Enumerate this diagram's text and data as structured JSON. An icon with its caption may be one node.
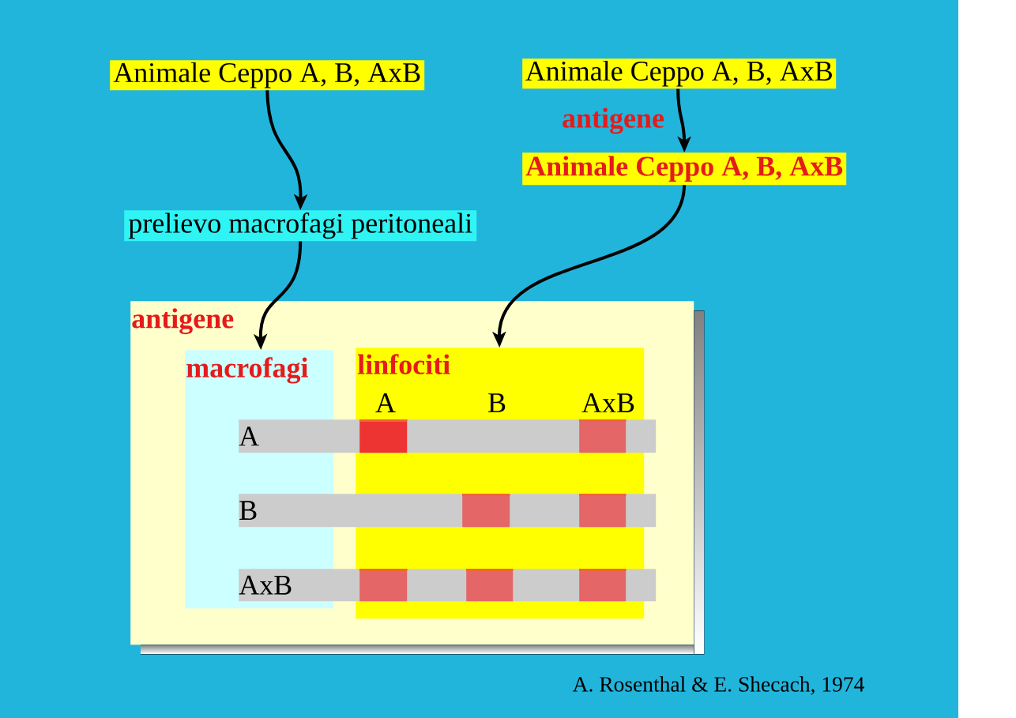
{
  "diagram": {
    "nodes": [
      {
        "text": [
          "Animale Ceppo A, B, AxB"
        ]
      },
      {
        "text": [
          "Animale Ceppo A, B, AxB"
        ]
      },
      {
        "text": [
          "Animale Ceppo A, B, AxB"
        ]
      },
      {
        "text": [
          "prelievo macrofagi peritoneali"
        ]
      },
      {
        "text": [
          "antigene"
        ]
      },
      {
        "text": [
          "macrofagi"
        ],
        "in": 4
      },
      {
        "text": [
          "linfociti"
        ],
        "in": 4
      },
      {
        "text": [
          "A"
        ],
        "in": 4
      },
      {
        "text": [
          "B"
        ],
        "in": 4
      },
      {
        "text": [
          "AxB"
        ],
        "in": 4
      },
      {
        "text": [],
        "shape": "box"
      },
      {
        "text": [],
        "shape": "box"
      },
      {
        "text": [],
        "shape": "box"
      },
      {
        "text": [],
        "shape": "box"
      },
      {
        "text": [],
        "shape": "box"
      },
      {
        "text": [],
        "shape": "box"
      },
      {
        "text": [],
        "shape": "box"
      }
    ],
    "edges": [
      {
        "from": 0,
        "to": 3,
        "arrow": "to"
      },
      {
        "from": 1,
        "to": 2,
        "arrow": "to",
        "label": "antigene"
      },
      {
        "from": 3,
        "to": 5,
        "arrow": "to"
      },
      {
        "from": 2,
        "to": 6,
        "arrow": "to"
      }
    ],
    "labels": [
      "A",
      "B",
      "AxB",
      "A. Rosenthal & E. Shecach, 1974"
    ]
  }
}
